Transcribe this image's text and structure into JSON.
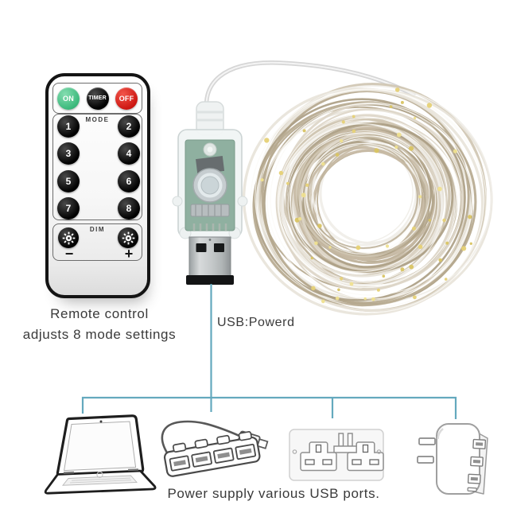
{
  "remote": {
    "power_buttons": [
      {
        "name": "on",
        "label": "ON",
        "color": "#3cb97c"
      },
      {
        "name": "timer",
        "label": "TIMER",
        "color": "#121212"
      },
      {
        "name": "off",
        "label": "OFF",
        "color": "#cd1712"
      }
    ],
    "mode": {
      "label": "MODE",
      "buttons": [
        "1",
        "2",
        "3",
        "4",
        "5",
        "6",
        "7",
        "8"
      ]
    },
    "dim": {
      "label": "DIM",
      "minus": "−",
      "plus": "+"
    },
    "caption": {
      "line1": "Remote control",
      "line2": "adjusts 8 mode settings"
    }
  },
  "usb_controller": {
    "caption": "USB:Powerd",
    "pcb_color": "#8fb0a0"
  },
  "footer": {
    "caption": "Power supply various USB ports."
  },
  "diagram": {
    "line_color": "#64a9be",
    "devices": [
      "laptop",
      "usb-hub",
      "uk-wall-socket",
      "usb-wall-charger"
    ]
  },
  "lights": {
    "wire_colors": [
      "#cfc5b2",
      "#bfb39c",
      "#ddd6c8",
      "#aca086",
      "#e8e4da",
      "#c5b9a3",
      "#f0eee8",
      "#b6a98f"
    ],
    "led_colors": [
      "#e6d176",
      "#efe08f",
      "#d9c463"
    ]
  }
}
